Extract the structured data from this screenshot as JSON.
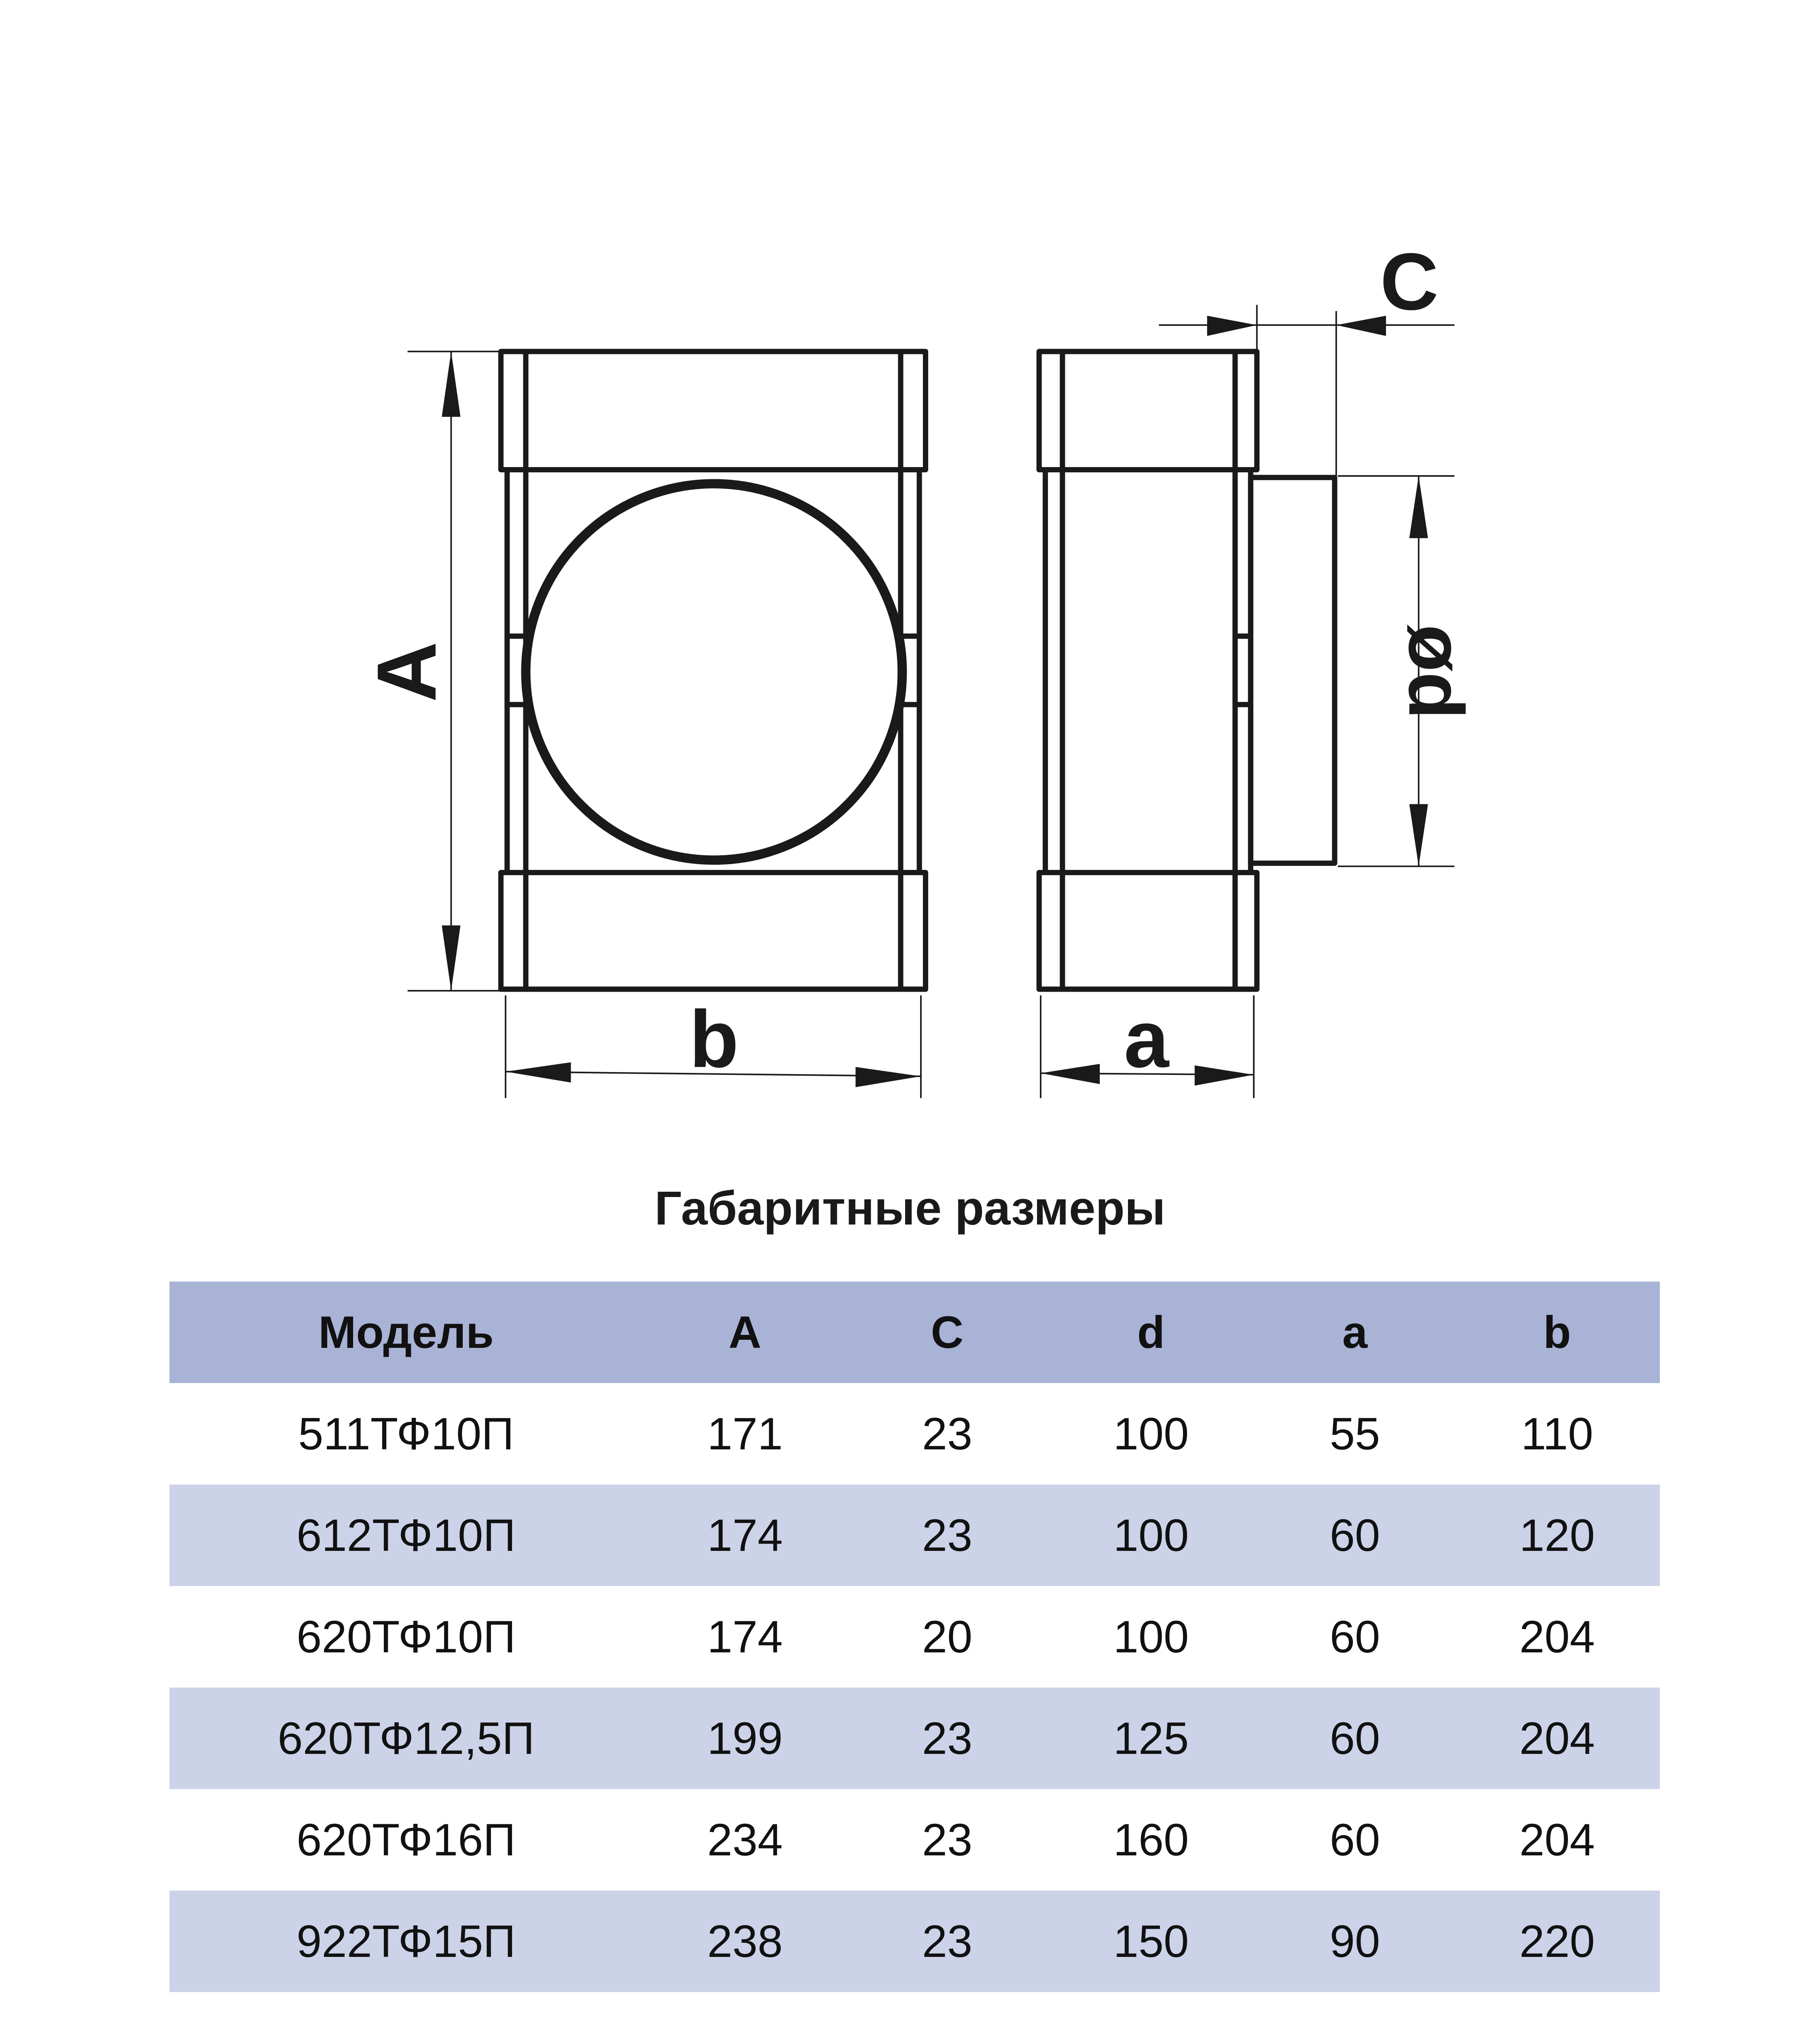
{
  "diagram": {
    "labels": {
      "A": "A",
      "b": "b",
      "a": "a",
      "C": "C",
      "d": "ød"
    }
  },
  "title": "Габаритные размеры",
  "table": {
    "headers": [
      "Модель",
      "A",
      "C",
      "d",
      "a",
      "b"
    ],
    "rows": [
      [
        "511ТФ10П",
        "171",
        "23",
        "100",
        "55",
        "110"
      ],
      [
        "612ТФ10П",
        "174",
        "23",
        "100",
        "60",
        "120"
      ],
      [
        "620ТФ10П",
        "174",
        "20",
        "100",
        "60",
        "204"
      ],
      [
        "620ТФ12,5П",
        "199",
        "23",
        "125",
        "60",
        "204"
      ],
      [
        "620ТФ16П",
        "234",
        "23",
        "160",
        "60",
        "204"
      ],
      [
        "922ТФ15П",
        "238",
        "23",
        "150",
        "90",
        "220"
      ]
    ]
  },
  "colors": {
    "header_bg": "#a8b3d6",
    "stripe_bg": "#ccd2e8",
    "line": "#1a1a1a"
  }
}
